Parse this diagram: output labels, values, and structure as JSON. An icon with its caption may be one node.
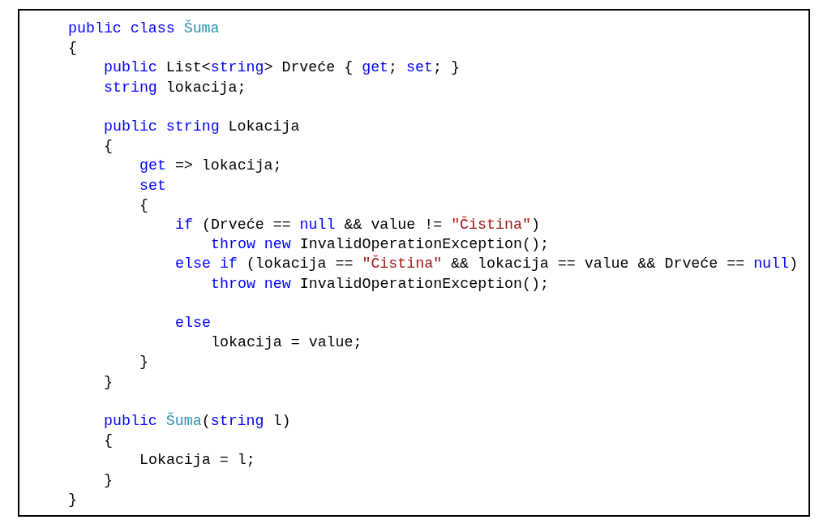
{
  "diagram": {
    "labels": [
      "public class Šuma",
      "{",
      "public List<string> Drveće { get; set; }",
      "string lokacija;",
      "public string Lokacija",
      "{",
      "get => lokacija;",
      "set",
      "{",
      "if (Drveće == null && value != \"Čistina\")",
      "throw new InvalidOperationException();",
      "else if (lokacija == \"Čistina\" && lokacija == value && Drveće == null)",
      "throw new InvalidOperationException();",
      "else",
      "lokacija = value;",
      "}",
      "}",
      "public Šuma(string l)",
      "{",
      "Lokacija = l;",
      "}",
      "}"
    ]
  }
}
